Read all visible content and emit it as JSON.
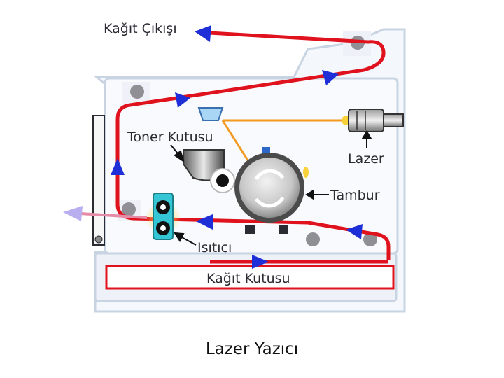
{
  "diagram": {
    "labels": {
      "paper_exit": "Kağıt Çıkışı",
      "toner_box": "Toner Kutusu",
      "laser": "Lazer",
      "drum": "Tambur",
      "heater": "Isıtıcı",
      "paper_tray": "Kağıt Kutusu"
    },
    "colors": {
      "paper_path": "#e0121d",
      "arrow": "#1f2fd8",
      "laser_beam": "#f39a21",
      "exit_arrow": "#e58ba8",
      "printer_body": "#f4f7fb",
      "printer_outline": "#c9d4e3",
      "roller": "#8f8f95",
      "fuser_glow": "#f7d23a",
      "fuser_block": "#35c6d6"
    }
  },
  "caption": "Lazer Yazıcı"
}
